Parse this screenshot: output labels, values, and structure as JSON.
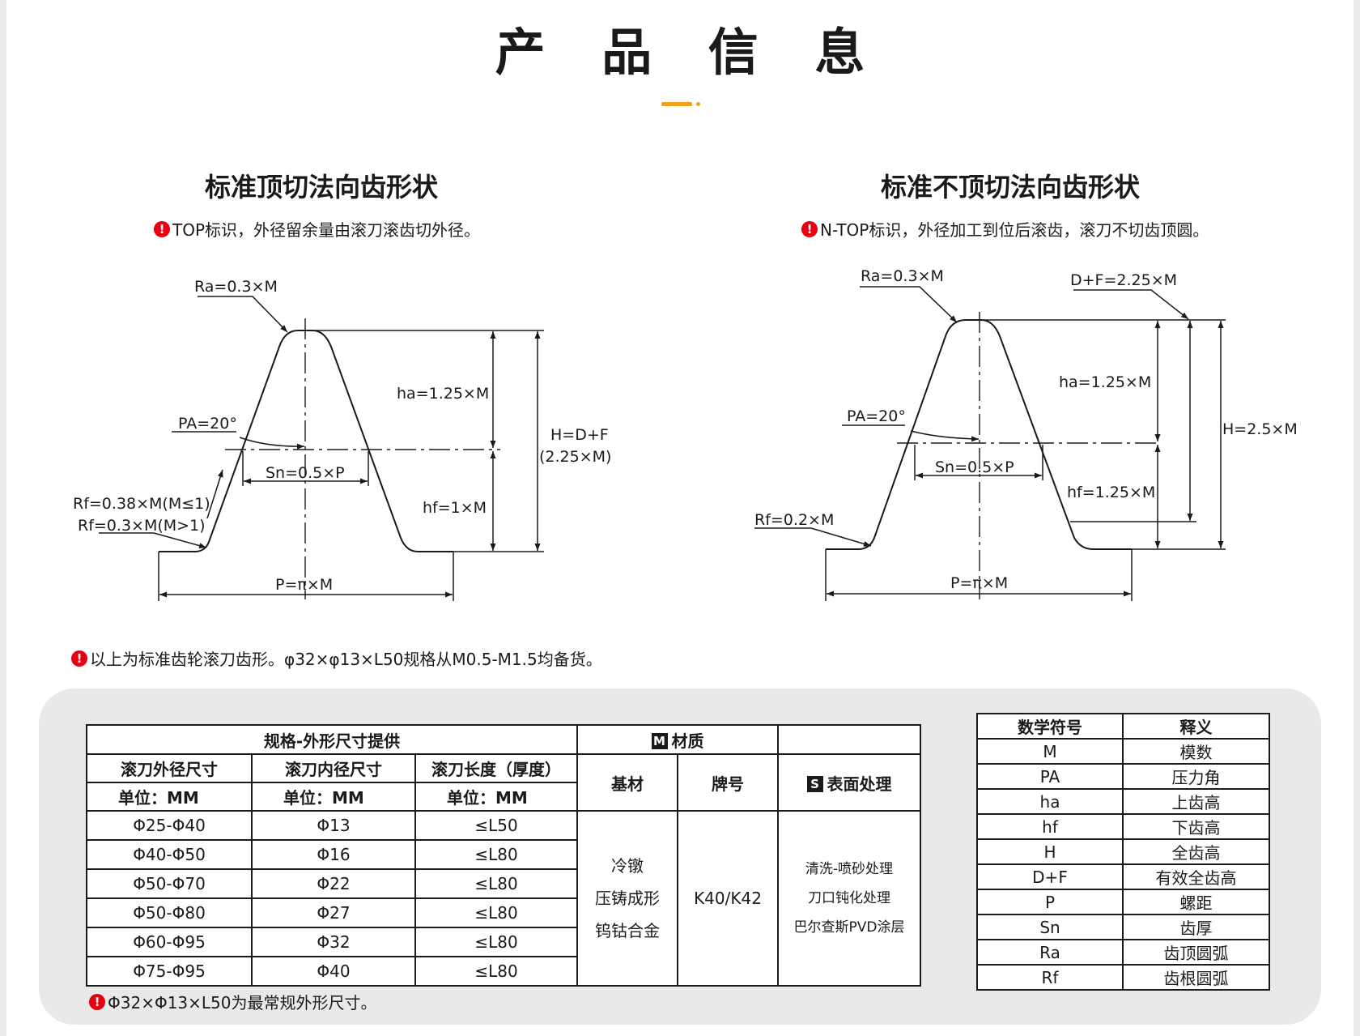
{
  "page_title": "产 品 信 息",
  "left": {
    "title": "标准顶切法向齿形状",
    "note_icon": "warning-icon",
    "note": "TOP标识，外径留余量由滚刀滚齿切外径。",
    "labels": {
      "ra": "Ra=0.3×M",
      "pa": "PA=20°",
      "ha": "ha=1.25×M",
      "h": "H=D+F",
      "h2": "(2.25×M)",
      "sn": "Sn=0.5×P",
      "hf": "hf=1×M",
      "rf1": "Rf=0.38×M(M≤1)",
      "rf2": "Rf=0.3×M(M>1)",
      "p": "P=π×M"
    }
  },
  "right": {
    "title": "标准不顶切法向齿形状",
    "note_icon": "warning-icon",
    "note": "N-TOP标识，外径加工到位后滚齿，滚刀不切齿顶圆。",
    "labels": {
      "ra": "Ra=0.3×M",
      "df": "D+F=2.25×M",
      "pa": "PA=20°",
      "ha": "ha=1.25×M",
      "h": "H=2.5×M",
      "sn": "Sn=0.5×P",
      "hf": "hf=1.25×M",
      "rf": "Rf=0.2×M",
      "p": "P=π×M"
    }
  },
  "stock_note": "以上为标准齿轮滚刀齿形。φ32×φ13×L50规格从M0.5-M1.5均备货。",
  "spec_table": {
    "group_header": "规格-外形尺寸提供",
    "material_letter": "M",
    "material_header": "材质",
    "col_od": "滚刀外径尺寸",
    "col_id": "滚刀内径尺寸",
    "col_len": "滚刀长度（厚度）",
    "unit_od": "单位：MM",
    "unit_id": "单位：MM",
    "unit_len": "单位：MM",
    "col_base": "基材",
    "col_grade": "牌号",
    "surface_letter": "S",
    "col_surface": "表面处理",
    "rows": [
      [
        "Φ25-Φ40",
        "Φ13",
        "≤L50"
      ],
      [
        "Φ40-Φ50",
        "Φ16",
        "≤L80"
      ],
      [
        "Φ50-Φ70",
        "Φ22",
        "≤L80"
      ],
      [
        "Φ50-Φ80",
        "Φ27",
        "≤L80"
      ],
      [
        "Φ60-Φ95",
        "Φ32",
        "≤L80"
      ],
      [
        "Φ75-Φ95",
        "Φ40",
        "≤L80"
      ]
    ],
    "base_lines": [
      "冷镦",
      "压铸成形",
      "钨钴合金"
    ],
    "grade": "K40/K42",
    "surface_lines": [
      "清洗-喷砂处理",
      "刀口钝化处理",
      "巴尔查斯PVD涂层"
    ],
    "footnote": "Φ32×Φ13×L50为最常规外形尺寸。"
  },
  "symbol_table": {
    "head_symbol": "数学符号",
    "head_meaning": "释义",
    "rows": [
      [
        "M",
        "模数"
      ],
      [
        "PA",
        "压力角"
      ],
      [
        "ha",
        "上齿高"
      ],
      [
        "hf",
        "下齿高"
      ],
      [
        "H",
        "全齿高"
      ],
      [
        "D+F",
        "有效全齿高"
      ],
      [
        "P",
        "螺距"
      ],
      [
        "Sn",
        "齿厚"
      ],
      [
        "Ra",
        "齿顶圆弧"
      ],
      [
        "Rf",
        "齿根圆弧"
      ]
    ]
  },
  "colors": {
    "accent": "#f0a21f",
    "warning": "#e60012",
    "panel": "#e9e9e9",
    "ink": "#1a1a1a"
  }
}
